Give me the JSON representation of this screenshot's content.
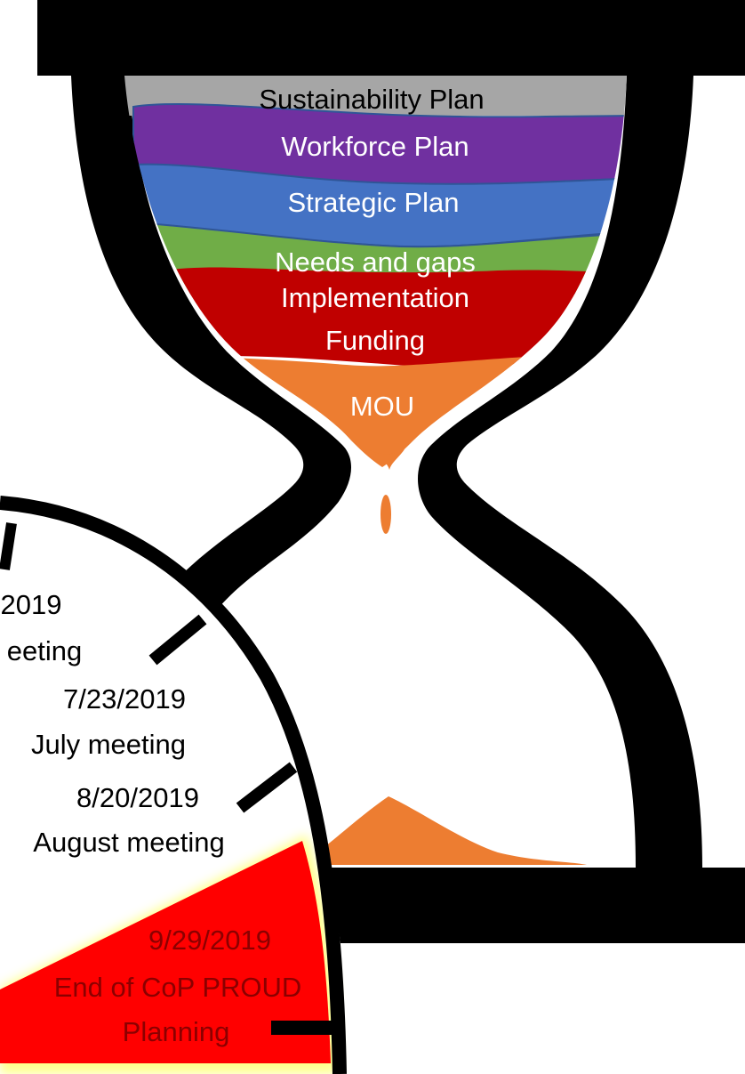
{
  "hourglass": {
    "layers": [
      {
        "label": "Sustainability Plan",
        "color": "#a6a6a6",
        "text_color": "#000000"
      },
      {
        "label": "Workforce Plan",
        "color": "#7030a0",
        "text_color": "#ffffff"
      },
      {
        "label": "Strategic Plan",
        "color": "#4472c4",
        "text_color": "#ffffff"
      },
      {
        "label": "Needs and gaps",
        "color": "#70ad47",
        "text_color": "#ffffff"
      },
      {
        "label": "Implementation",
        "color": "#c00000",
        "text_color": "#ffffff"
      },
      {
        "label": "Funding",
        "color": "#c00000",
        "text_color": "#ffffff"
      },
      {
        "label": "MOU",
        "color": "#ed7d31",
        "text_color": "#ffffff"
      }
    ],
    "frame_color": "#000000",
    "sand_color": "#ed7d31"
  },
  "clock": {
    "milestones": [
      {
        "date": "2019",
        "label": "eeting"
      },
      {
        "date": "7/23/2019",
        "label": "July meeting"
      },
      {
        "date": "8/20/2019",
        "label": "August meeting"
      },
      {
        "date": "9/29/2019",
        "label": "End of CoP PROUD",
        "label2": "Planning"
      }
    ],
    "highlight_color": "#ff0000",
    "highlight_text_color": "#8b0000"
  }
}
